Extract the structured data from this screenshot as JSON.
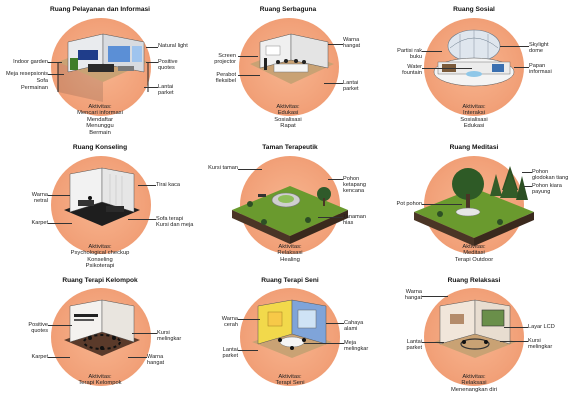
{
  "panels": {
    "pelayanan": {
      "title": "Ruang Pelayanan dan Informasi",
      "labels": [
        "Indoor garden",
        "Meja resepsionis",
        "Sofa",
        "Permainan",
        "Natural light",
        "Positive quotes",
        "Lantai parket"
      ],
      "activity_heading": "Aktivitas:",
      "activities": [
        "Mencari informasi",
        "Mendaftar",
        "Menunggu",
        "Bermain"
      ]
    },
    "serbaguna": {
      "title": "Ruang Serbaguna",
      "labels": [
        "Screen projector",
        "Perabot fleksibel",
        "Warna hangat",
        "Lantai parket"
      ],
      "activity_heading": "Aktivitas:",
      "activities": [
        "Edukasi",
        "Sosialisasi",
        "Rapat"
      ]
    },
    "sosial": {
      "title": "Ruang Sosial",
      "labels": [
        "Partisi rak buku",
        "Water fountain",
        "Skylight dome",
        "Papan informasi"
      ],
      "activity_heading": "Aktivitas:",
      "activities": [
        "Interaksi",
        "Sosialisasi",
        "Edukasi"
      ]
    },
    "konseling": {
      "title": "Ruang Konseling",
      "labels": [
        "Warna netral",
        "Karpet",
        "Tirai kaca",
        "Sofa terapi",
        "Kursi dan meja"
      ],
      "activity_heading": "Aktivitas:",
      "activities": [
        "Psychological checkup",
        "Konseling",
        "Psikoterapi"
      ]
    },
    "taman": {
      "title": "Taman Terapeutik",
      "labels": [
        "Kursi taman",
        "Pohon ketapang kencana",
        "Tanaman hias"
      ],
      "activity_heading": "Aktivitas:",
      "activities": [
        "Relaksasi",
        "Healing"
      ]
    },
    "meditasi": {
      "title": "Ruang Meditasi",
      "labels": [
        "Pohon glodokan tiang",
        "Pohon kiara payung",
        "Pot pohon"
      ],
      "activity_heading": "Aktivitas:",
      "activities": [
        "Meditasi",
        "Terapi Outdoor"
      ]
    },
    "kelompok": {
      "title": "Ruang Terapi Kelompok",
      "labels": [
        "Positive quotes",
        "Karpet",
        "Kursi melingkar",
        "Warna hangat"
      ],
      "activity_heading": "Aktivitas:",
      "activities": [
        "Terapi Kelompok"
      ]
    },
    "seni": {
      "title": "Ruang Terapi Seni",
      "labels": [
        "Warna cerah",
        "Lantai parket",
        "Cahaya alami",
        "Meja melingkar"
      ],
      "activity_heading": "Aktivitas:",
      "activities": [
        "Terapi Seni"
      ]
    },
    "relaksasi": {
      "title": "Ruang Relaksasi",
      "labels": [
        "Warna hangat",
        "Lantai parket",
        "Layar LCD",
        "Kursi melingkar"
      ],
      "activity_heading": "Aktivitas:",
      "activities": [
        "Relaksasi",
        "Menenangkan diri"
      ]
    }
  },
  "colors": {
    "circle": "#f2a27a",
    "grass": "#6a9a2e",
    "soil": "#4a3526",
    "wall_grey": "#e9ebee",
    "parquet": "#c9a274"
  }
}
